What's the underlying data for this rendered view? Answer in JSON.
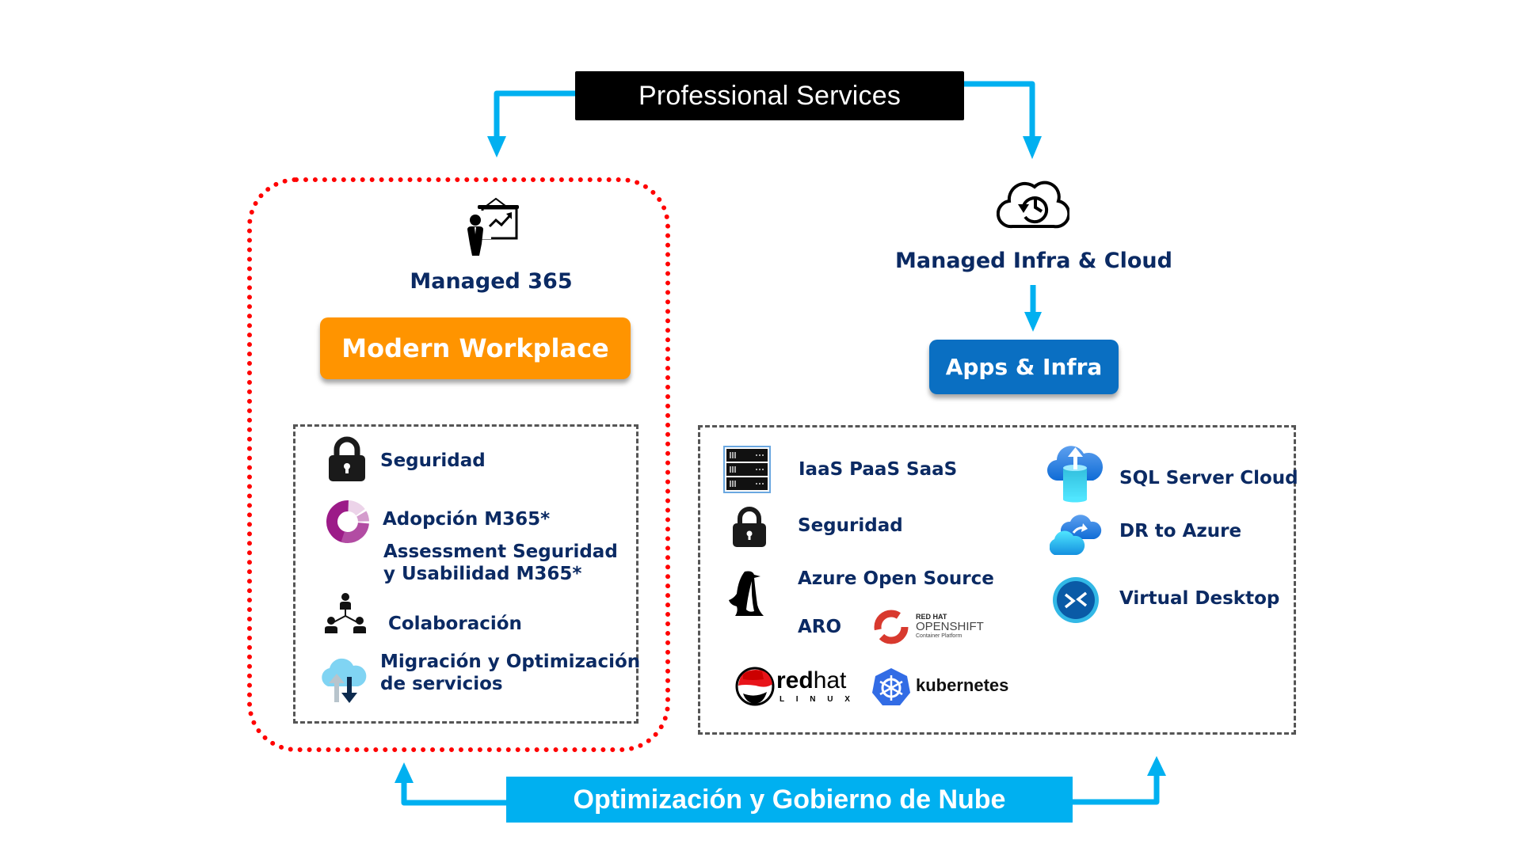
{
  "header": {
    "title": "Professional Services"
  },
  "left_section": {
    "heading": "Managed 365",
    "button": "Modern Workplace",
    "items": [
      {
        "label": "Seguridad",
        "icon": "lock-icon"
      },
      {
        "label": "Adopción M365*",
        "icon": "donut-chart-icon"
      },
      {
        "label_line1": "Assessment Seguridad",
        "label_line2": "y Usabilidad M365*"
      },
      {
        "label": "Colaboración",
        "icon": "team-hierarchy-icon"
      },
      {
        "label_line1": "Migración y Optimización",
        "label_line2": "de servicios",
        "icon": "cloud-upload-download-icon"
      }
    ],
    "top_icon": "presenter-chart-icon"
  },
  "right_section": {
    "heading": "Managed Infra & Cloud",
    "button": "Apps & Infra",
    "top_icon": "cloud-history-icon",
    "items": [
      {
        "label": "IaaS PaaS SaaS",
        "icon": "server-rack-icon"
      },
      {
        "label": "Seguridad",
        "icon": "lock-icon"
      },
      {
        "label": "Azure Open Source",
        "icon": "penguin-icon"
      },
      {
        "label": "ARO",
        "icon": "openshift-logo"
      },
      {
        "label": "SQL Server Cloud",
        "icon": "sql-cloud-icon"
      },
      {
        "label": "DR to Azure",
        "icon": "cloud-dr-icon"
      },
      {
        "label": "Virtual Desktop",
        "icon": "virtual-desktop-icon"
      }
    ],
    "logos": {
      "openshift": {
        "line1": "RED HAT",
        "line2": "OPENSHIFT",
        "line3": "Container Platform"
      },
      "redhat": {
        "word1": "red",
        "word2": "hat",
        "sub": "L I N U X"
      },
      "kubernetes": {
        "label": "kubernetes"
      }
    }
  },
  "footer": {
    "title": "Optimización y Gobierno de Nube"
  },
  "colors": {
    "arrow": "#00b0f0",
    "navy_text": "#0b2a63",
    "orange": "#ff9400",
    "blue_button": "#0a6fc2",
    "red_dotted": "#ff0000"
  }
}
